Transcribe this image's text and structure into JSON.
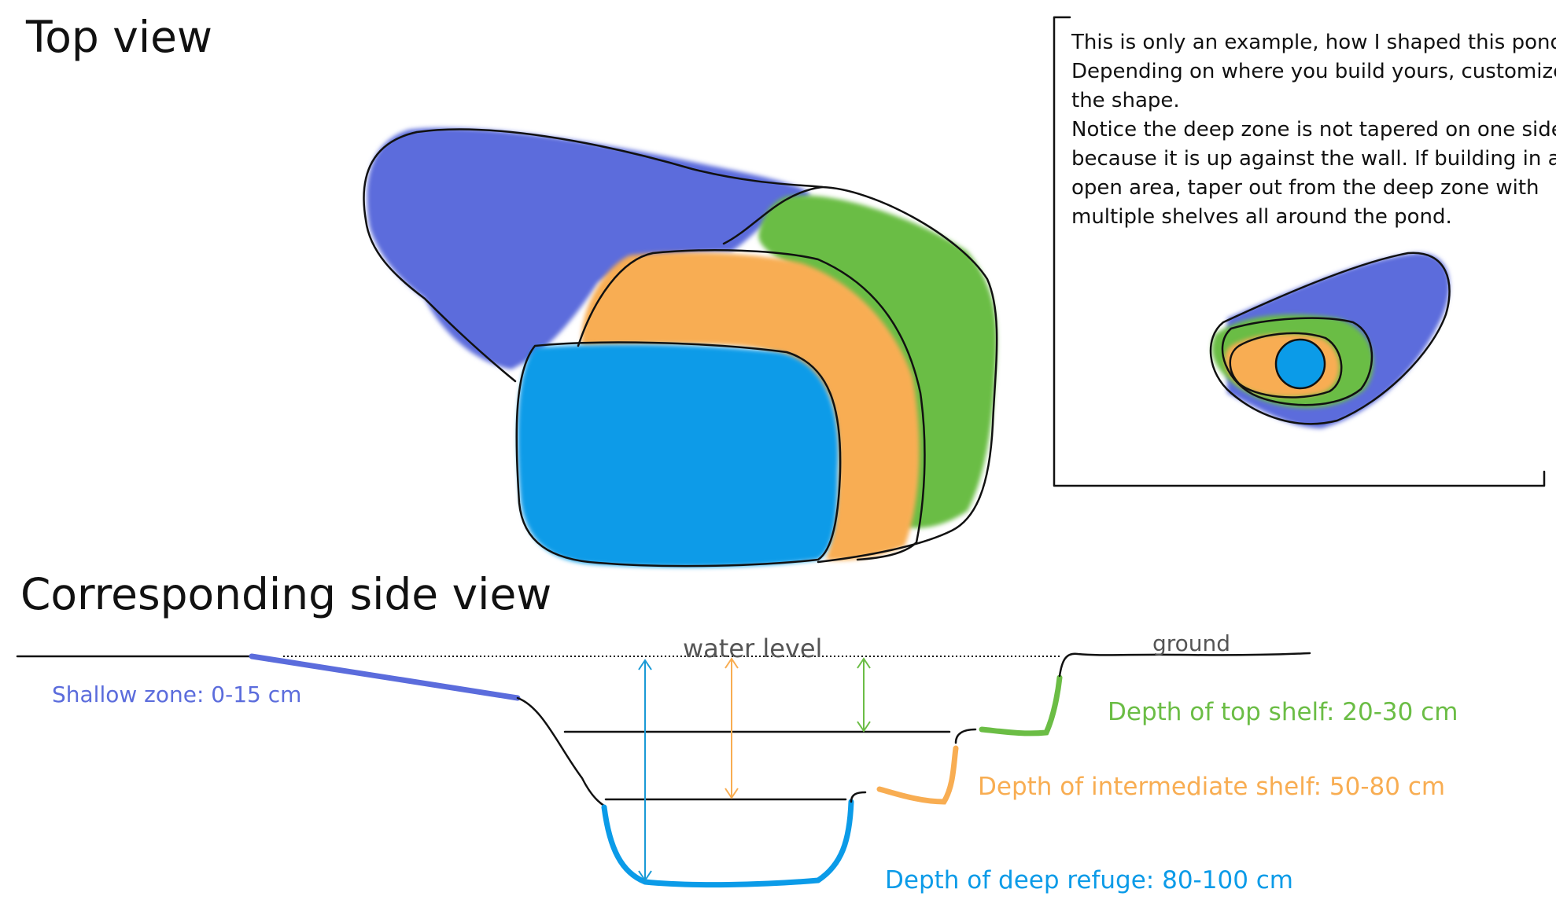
{
  "titles": {
    "top_view": "Top view",
    "side_view": "Corresponding side view"
  },
  "note_lines": [
    "This is only an example, how I shaped this pond.",
    "Depending on where you build yours, customize",
    "the shape.",
    "Notice the deep zone is not tapered on one side",
    "because it is up against the wall. If building in an",
    "open area, taper out from the deep zone with",
    "multiple shelves all around the pond."
  ],
  "side_labels": {
    "water_level": "water level",
    "ground": "ground",
    "shallow": "Shallow zone: 0-15 cm",
    "top_shelf": "Depth of top shelf: 20-30 cm",
    "intermediate": "Depth of intermediate shelf: 50-80 cm",
    "deep": "Depth of deep refuge: 80-100 cm"
  },
  "colors": {
    "shallow": "#5b6cdc",
    "top_shelf": "#6bbd45",
    "intermediate": "#f8ad52",
    "deep": "#0b9be8",
    "line": "#111111"
  }
}
